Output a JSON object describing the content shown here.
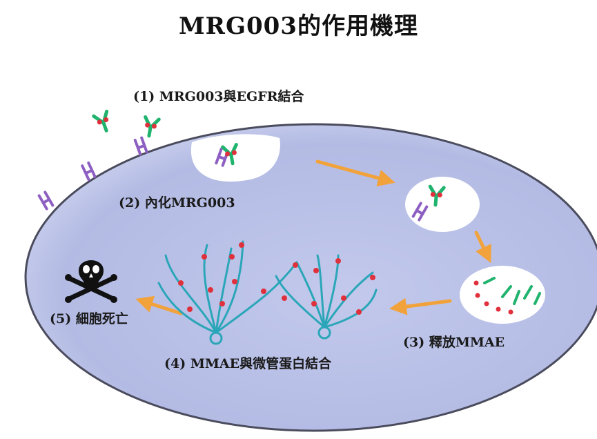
{
  "title": "MRG003的作用機理",
  "steps": [
    {
      "number": "(1)",
      "text": "MRG003與EGFR結合"
    },
    {
      "number": "(2)",
      "text": "內化MRG003"
    },
    {
      "number": "(3)",
      "text": "釋放MMAE"
    },
    {
      "number": "(4)",
      "text": "MMAE與微管蛋白結合"
    },
    {
      "number": "(5)",
      "text": "細胞死亡"
    }
  ],
  "colors": {
    "cell_fill": "#b7bfe6",
    "cell_membrane": "#4a4b5c",
    "antibody": "#1fb36d",
    "payload": "#e0303c",
    "receptor": "#8e5fc2",
    "arrow": "#f2a23a",
    "microtubule": "#2aa6b8",
    "vesicle": "#ffffff"
  },
  "icons": [
    "skull-crossbones-icon"
  ]
}
